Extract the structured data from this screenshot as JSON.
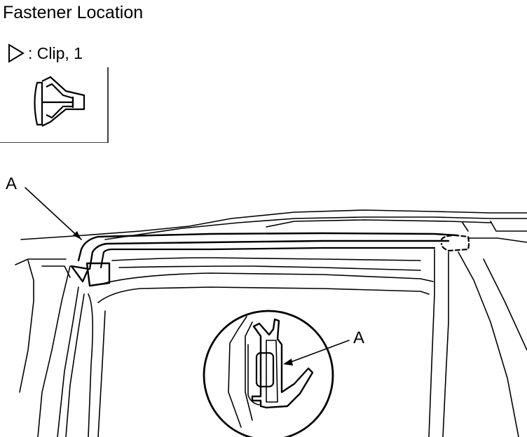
{
  "title": "Fastener Location",
  "legend": {
    "symbol": "triangle-icon",
    "text": ": Clip, 1"
  },
  "callouts": {
    "main": "A",
    "detail": "A"
  }
}
